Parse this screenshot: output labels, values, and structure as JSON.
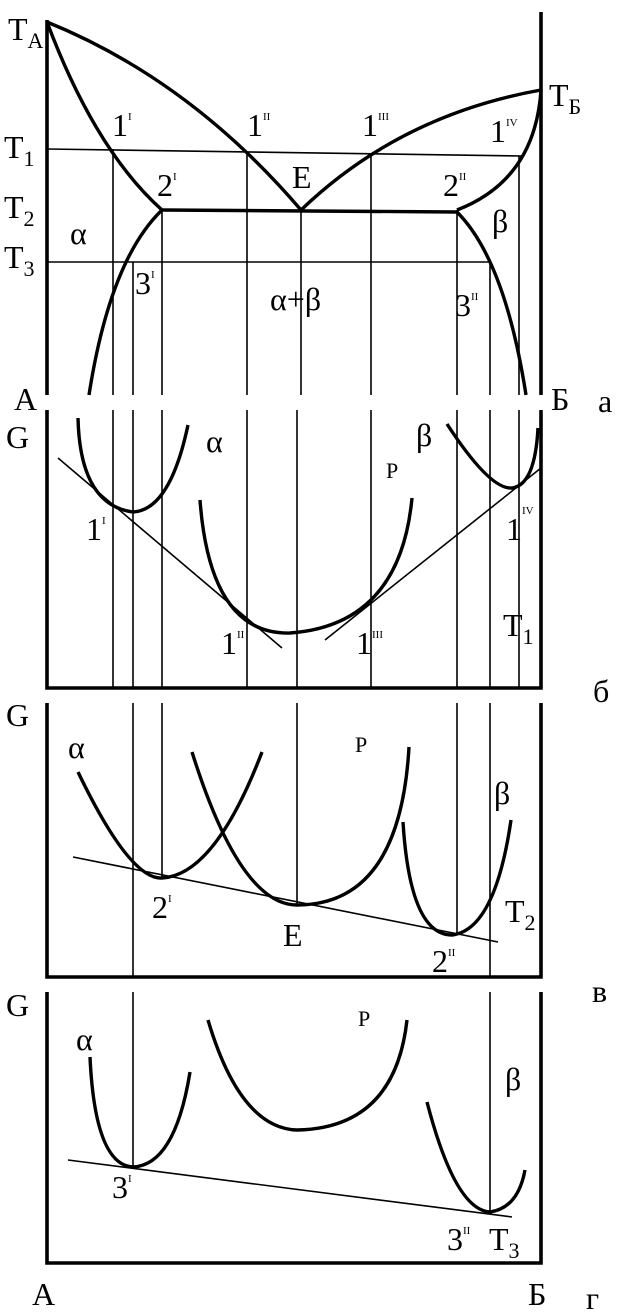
{
  "panel_a": {
    "tag": "а",
    "axis_left": "А",
    "axis_right": "Б",
    "T_A": "T",
    "T_A_sub": "А",
    "T_B": "T",
    "T_B_sub": "Б",
    "T1": "T",
    "T1_sub": "1",
    "T2": "T",
    "T2_sub": "2",
    "T3": "T",
    "T3_sub": "3",
    "pt_1I": "1",
    "pt_1I_sup": "I",
    "pt_1II": "1",
    "pt_1II_sup": "II",
    "pt_1III": "1",
    "pt_1III_sup": "III",
    "pt_1IV": "1",
    "pt_1IV_sup": "IV",
    "pt_2I": "2",
    "pt_2I_sup": "I",
    "pt_2II": "2",
    "pt_2II_sup": "II",
    "pt_3I": "3",
    "pt_3I_sup": "I",
    "pt_3II": "3",
    "pt_3II_sup": "II",
    "E": "Е",
    "alpha": "α",
    "beta": "β",
    "alpha_beta": "α+β"
  },
  "panel_b": {
    "tag": "б",
    "G": "G",
    "alpha": "α",
    "beta": "β",
    "P": "Р",
    "T": "T",
    "T_sub": "1",
    "pt_1I": "1",
    "pt_1I_sup": "I",
    "pt_1II": "1",
    "pt_1II_sup": "II",
    "pt_1III": "1",
    "pt_1III_sup": "III",
    "pt_1IV": "1",
    "pt_1IV_sup": "IV"
  },
  "panel_c": {
    "tag": "в",
    "G": "G",
    "alpha": "α",
    "beta": "β",
    "P": "Р",
    "T": "T",
    "T_sub": "2",
    "pt_2I": "2",
    "pt_2I_sup": "I",
    "pt_2II": "2",
    "pt_2II_sup": "II",
    "E": "Е"
  },
  "panel_d": {
    "tag": "г",
    "G": "G",
    "alpha": "α",
    "beta": "β",
    "P": "Р",
    "T": "T",
    "T_sub": "3",
    "pt_3I": "3",
    "pt_3I_sup": "I",
    "pt_3II": "3",
    "pt_3II_sup": "II",
    "axis_left": "А",
    "axis_right": "Б"
  }
}
